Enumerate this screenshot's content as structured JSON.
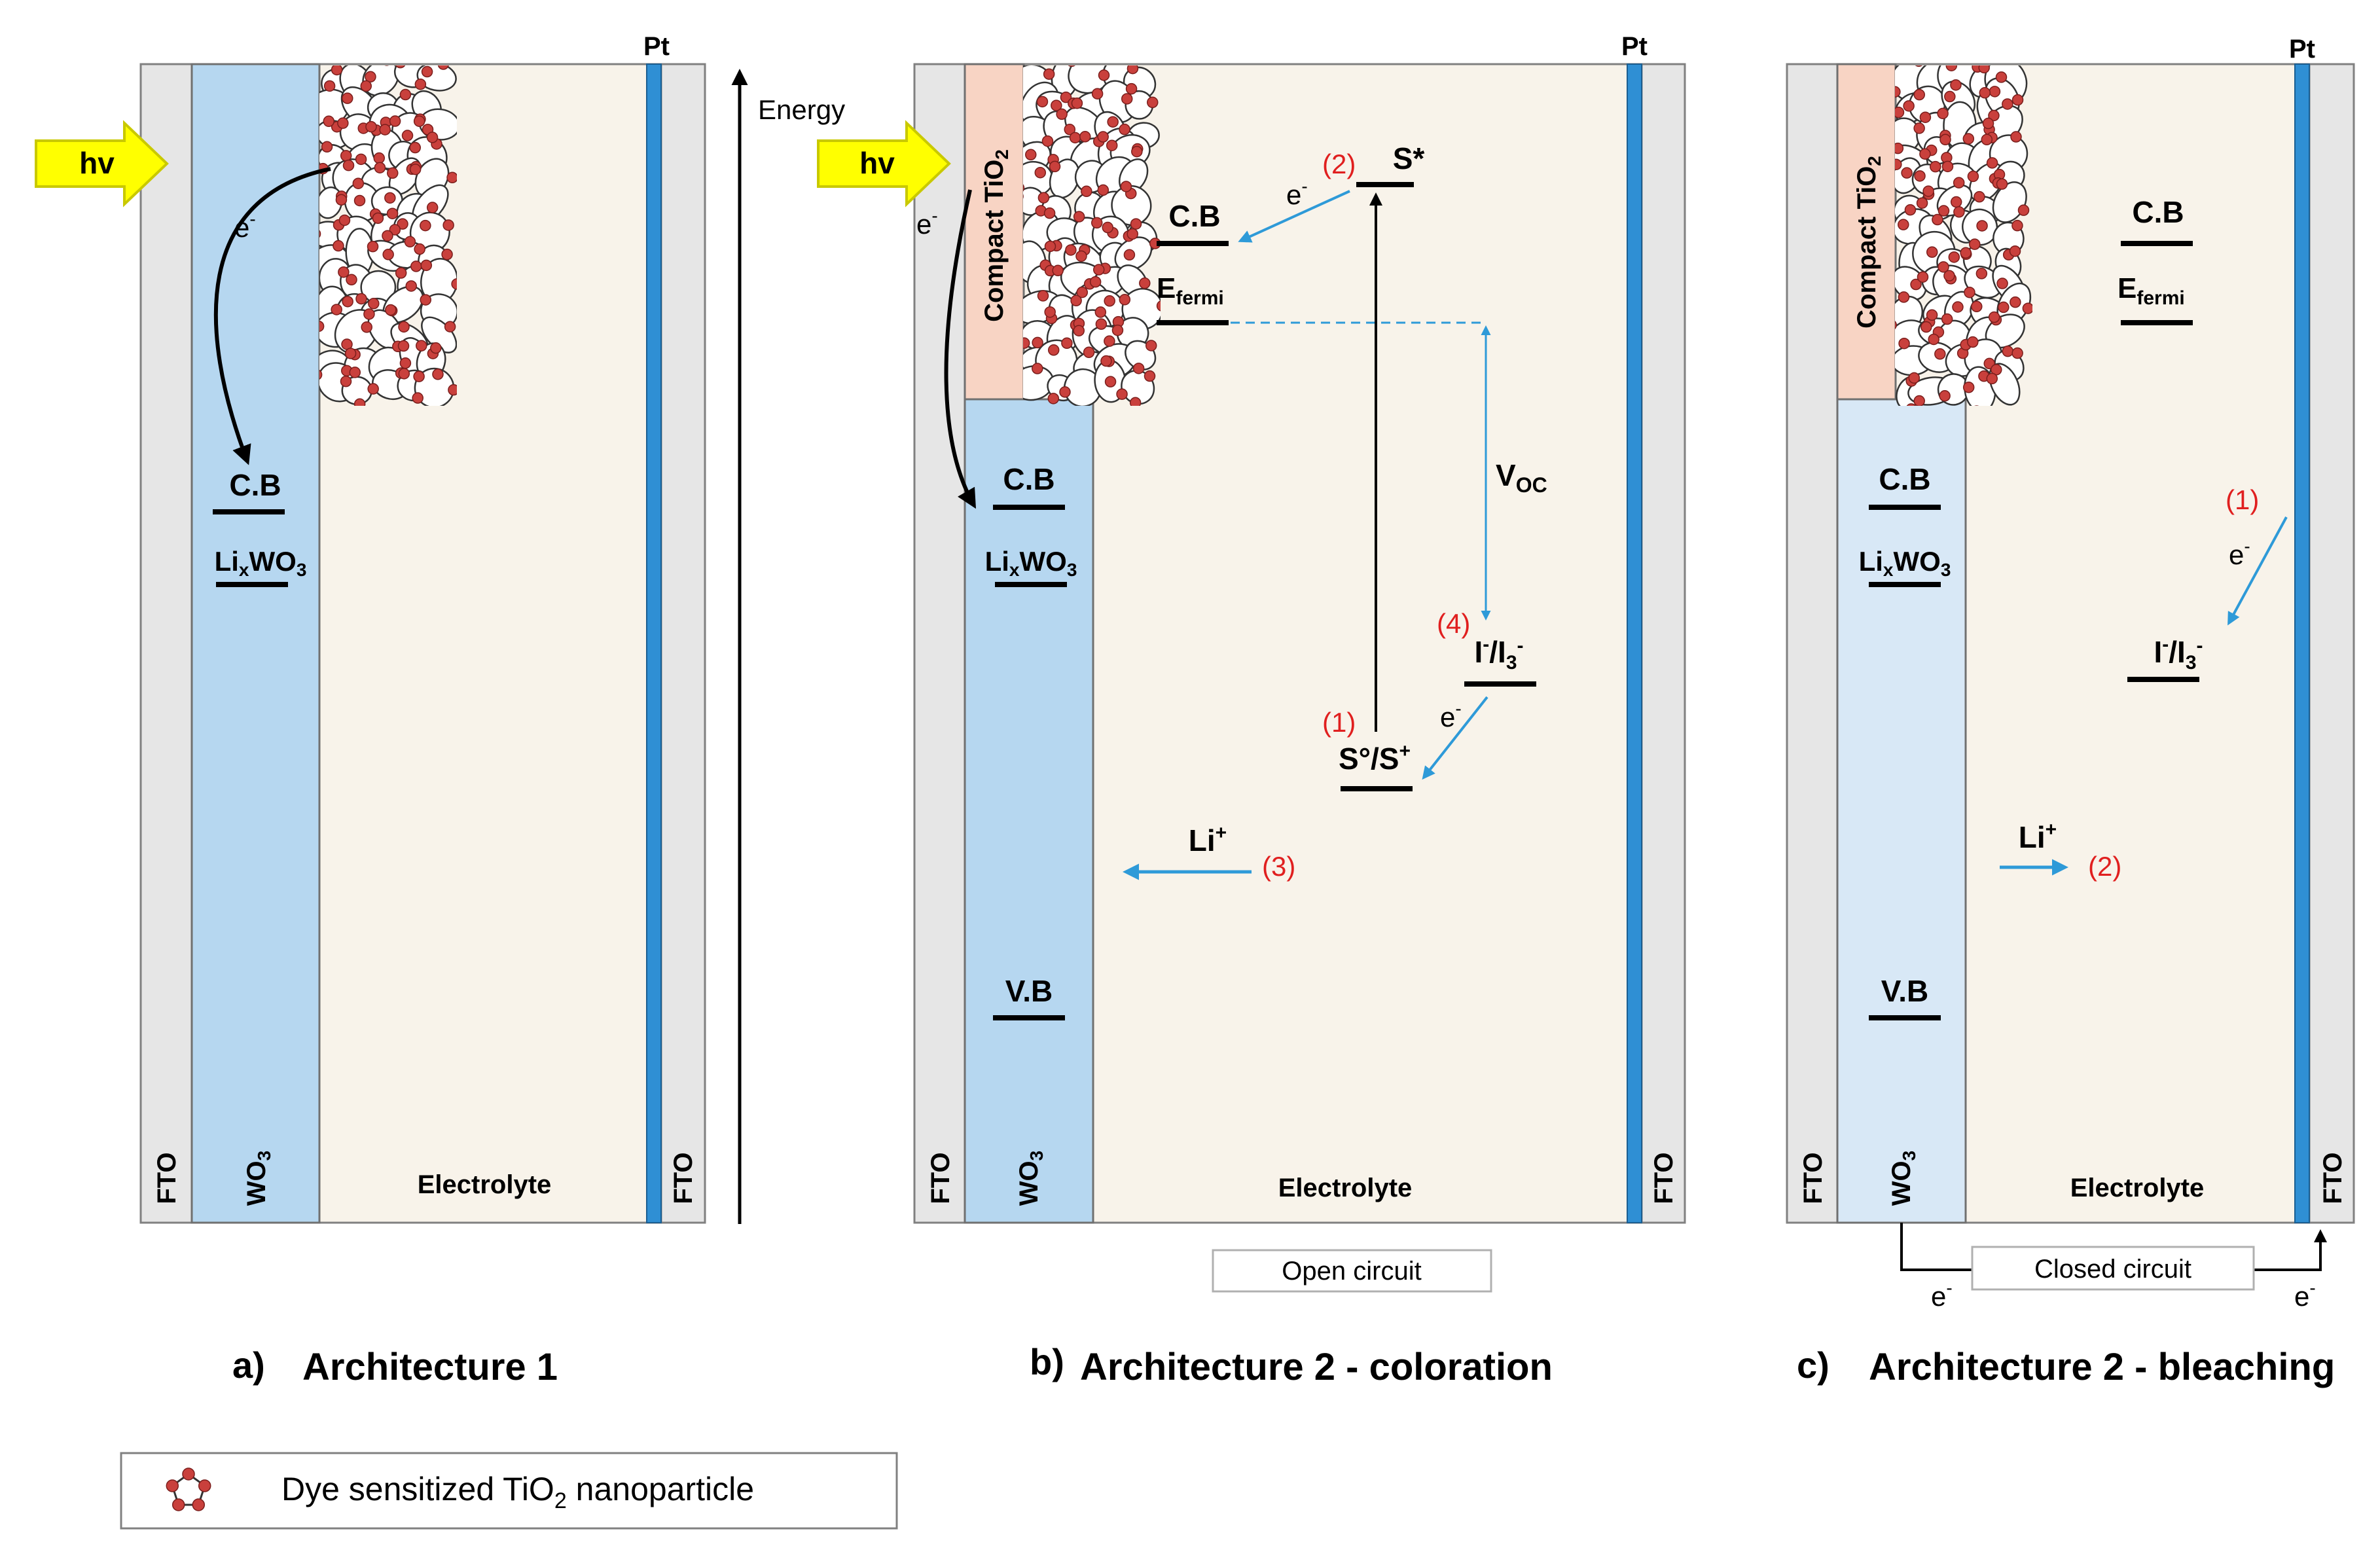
{
  "colors": {
    "fto": "#e6e6e6",
    "wo3": "#b6d7f0",
    "wo3_light": "#d8e8f6",
    "electrolyte": "#f8f3ea",
    "tio2": "#f8d4c4",
    "pt": "#2f8fd4",
    "arrow_blue": "#2e9ad8",
    "dye": "#c9403c",
    "hv_fill": "#ffff00",
    "hv_stroke": "#c9c900",
    "red_label": "#e01f1f"
  },
  "panel_a": {
    "hv": "hv",
    "pt": "Pt",
    "fto_left": "FTO",
    "fto_right": "FTO",
    "wo3": "WO",
    "wo3_sub": "3",
    "electrolyte": "Electrolyte",
    "electron": "e",
    "electron_sup": "-",
    "cb": "C.B",
    "lixwo3": "Li",
    "lixwo3_sub": "x",
    "lixwo3_rest": "WO",
    "lixwo3_sub2": "3",
    "caption_letter": "a)",
    "caption": "Architecture 1"
  },
  "energy_axis": {
    "label": "Energy"
  },
  "panel_b": {
    "hv": "hv",
    "pt": "Pt",
    "fto_left": "FTO",
    "fto_right": "FTO",
    "wo3": "WO",
    "wo3_sub": "3",
    "compact_tio2": "Compact TiO",
    "compact_tio2_sub": "2",
    "electrolyte": "Electrolyte",
    "electron": "e",
    "electron_sup": "-",
    "cb_tio2": "C.B",
    "efermi": "E",
    "efermi_sub": "fermi",
    "s_star": "S*",
    "cb_wo3": "C.B",
    "lixwo3": "Li",
    "lixwo3_sub": "x",
    "lixwo3_rest": "WO",
    "lixwo3_sub2": "3",
    "vb": "V.B",
    "voc": "V",
    "voc_sub": "OC",
    "redox_i": "I",
    "redox_sup": "-",
    "redox_i3": "/I",
    "redox_sub": "3",
    "redox_sup2": "-",
    "s0": "S°/S",
    "s0_sup": "+",
    "li": "Li",
    "li_sup": "+",
    "step1": "(1)",
    "step2": "(2)",
    "step3": "(3)",
    "step4": "(4)",
    "circuit": "Open circuit",
    "caption_letter": "b)",
    "caption": "Architecture 2 - coloration"
  },
  "panel_c": {
    "pt": "Pt",
    "fto_left": "FTO",
    "fto_right": "FTO",
    "wo3": "WO",
    "wo3_sub": "3",
    "compact_tio2": "Compact TiO",
    "compact_tio2_sub": "2",
    "electrolyte": "Electrolyte",
    "electron": "e",
    "electron_sup": "-",
    "cb_tio2": "C.B",
    "efermi": "E",
    "efermi_sub": "fermi",
    "cb_wo3": "C.B",
    "lixwo3": "Li",
    "lixwo3_sub": "x",
    "lixwo3_rest": "WO",
    "lixwo3_sub2": "3",
    "vb": "V.B",
    "redox_i": "I",
    "redox_sup": "-",
    "redox_i3": "/I",
    "redox_sub": "3",
    "redox_sup2": "-",
    "li": "Li",
    "li_sup": "+",
    "step1": "(1)",
    "step2": "(2)",
    "circuit": "Closed circuit",
    "caption_letter": "c)",
    "caption": "Architecture 2 - bleaching"
  },
  "legend": {
    "label_pre": "Dye sensitized TiO",
    "label_sub": "2",
    "label_post": " nanoparticle"
  }
}
